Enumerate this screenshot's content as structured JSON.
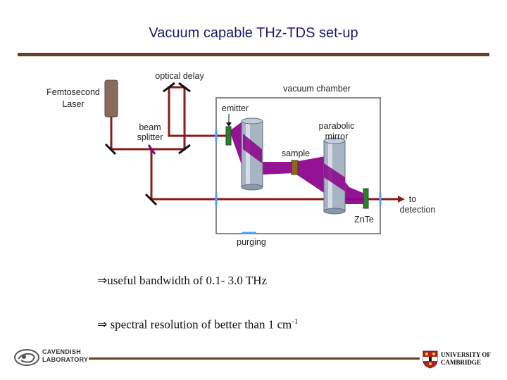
{
  "title": "Vacuum capable THz-TDS set-up",
  "diagram": {
    "labels": {
      "laser": [
        "Femtosecond",
        "Laser"
      ],
      "optical_delay": "optical delay",
      "vacuum_chamber": "vacuum chamber",
      "emitter": "emitter",
      "beam_splitter": [
        "beam",
        "splitter"
      ],
      "parabolic_mirror": [
        "parabolic",
        "mirror"
      ],
      "sample": "sample",
      "to_detection": [
        "to",
        "detection"
      ],
      "znte": "ZnTe",
      "purging": "purging"
    },
    "colors": {
      "beam_red": "#8b1a1a",
      "thz_purple": "#8b008b",
      "component_green": "#2e7d32",
      "window_blue": "#4da3ff",
      "mirror_black": "#111111",
      "laser_brown": "#8a6a5c",
      "sample_brown": "#8b6914",
      "parabolic_grey": "#9aa8b8"
    }
  },
  "bullets": [
    {
      "symbol": "⇒",
      "text": "useful bandwidth of 0.1- 3.0 THz"
    },
    {
      "symbol": "⇒",
      "text": " spectral resolution of better than 1 cm",
      "sup": "-1"
    }
  ],
  "footer": {
    "left_logo": [
      "CAVENDISH",
      "LABORATORY"
    ],
    "right_logo": [
      "UNIVERSITY OF",
      "CAMBRIDGE"
    ]
  }
}
